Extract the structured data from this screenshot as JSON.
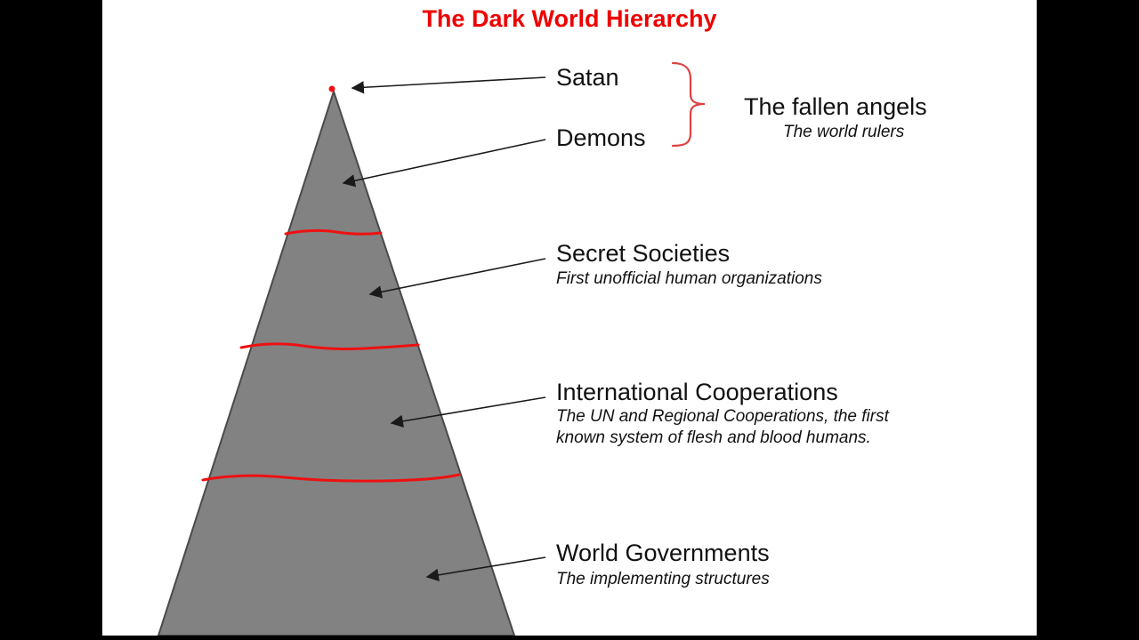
{
  "title": "The Dark World Hierarchy",
  "colors": {
    "red_title": "#ee0000",
    "red_line": "#ee1111",
    "red_brace": "#e04040",
    "pyramid_fill": "#828282"
  },
  "levels": [
    {
      "label": "Satan",
      "subtitle": ""
    },
    {
      "label": "Demons",
      "subtitle": ""
    },
    {
      "label": "Secret Societies",
      "subtitle": "First unofficial human organizations"
    },
    {
      "label": "International Cooperations",
      "subtitle_line1": "The UN and Regional Cooperations, the first",
      "subtitle_line2": "known system of flesh and blood humans."
    },
    {
      "label": "World Governments",
      "subtitle": "The implementing structures"
    }
  ],
  "brace_group": {
    "label": "The fallen angels",
    "subtitle": "The world rulers"
  }
}
